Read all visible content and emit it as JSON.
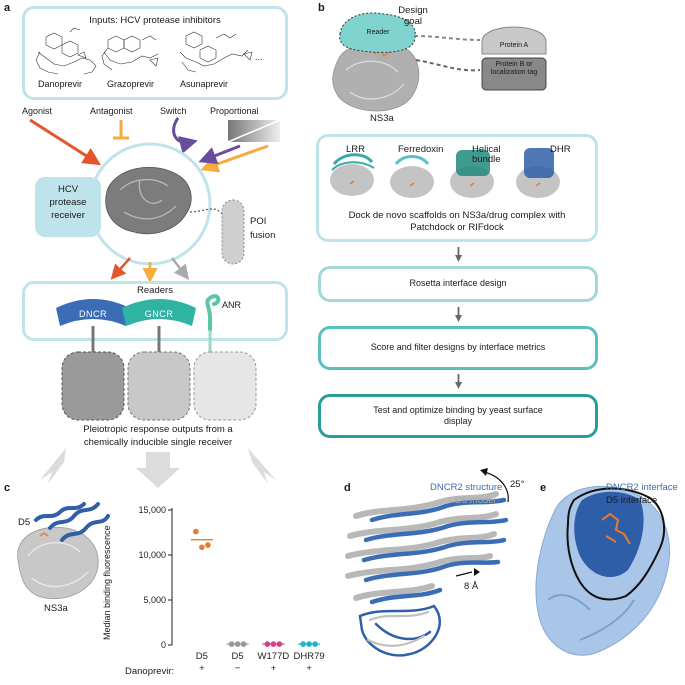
{
  "panels": {
    "a": "a",
    "b": "b",
    "c": "c",
    "d": "d",
    "e": "e"
  },
  "panel_a": {
    "inputs_title": "Inputs: HCV protease inhibitors",
    "drugs": [
      "Danoprevir",
      "Grazoprevir",
      "Asunaprevir",
      "..."
    ],
    "modes": [
      "Agonist",
      "Antagonist",
      "Switch",
      "Proportional"
    ],
    "receiver_label": "HCV protease receiver",
    "poi_label": "POI fusion",
    "readers_title": "Readers",
    "reader_names": [
      "DNCR",
      "GNCR",
      "ANR"
    ],
    "outputs_text": "Pleiotropic response outputs from a chemically inducible single receiver",
    "colors": {
      "agonist": "#e4552b",
      "antagonist": "#f4ad3c",
      "switch": "#6a4c9c",
      "proportional": "#808080",
      "dncr": "#3a6db5",
      "gncr": "#2fb3a3",
      "anr": "#5bc5a8"
    }
  },
  "panel_b": {
    "design_goal": "Design goal",
    "reader": "Reader",
    "protein_a": "Protein A",
    "protein_b": "Protein B or localization tag",
    "ns3a": "NS3a",
    "scaffolds": [
      "LRR",
      "Ferredoxin",
      "Helical bundle",
      "DHR"
    ],
    "dock_text": "Dock de novo scaffolds on NS3a/drug complex with Patchdock or RIFdock",
    "steps": [
      "Rosetta interface design",
      "Score and filter designs by interface metrics",
      "Test and optimize binding by yeast surface display"
    ]
  },
  "panel_c": {
    "d5_label": "D5",
    "ns3a_label": "NS3a",
    "danoprevir_label": "Danoprevir:",
    "chart_data": {
      "type": "scatter",
      "title": "",
      "xlabel": "",
      "ylabel": "Median binding fluorescence",
      "ylim": [
        0,
        15000
      ],
      "yticks": [
        "0",
        "5,000",
        "10,000",
        "15,000"
      ],
      "categories": [
        "D5",
        "D5",
        "W177D",
        "DHR79"
      ],
      "danoprevir": [
        "+",
        "−",
        "+",
        "+"
      ],
      "colors": [
        "#e87b2e",
        "#999999",
        "#d6408a",
        "#22b3c9"
      ],
      "points": [
        [
          12600,
          11100,
          11300
        ],
        [
          100,
          100,
          100
        ],
        [
          100,
          100,
          100
        ],
        [
          100,
          100,
          100
        ]
      ],
      "means": [
        11700,
        100,
        100,
        100
      ]
    }
  },
  "panel_d": {
    "dncr2_structure": "DNCR2 structure",
    "d5_model": "D5 model",
    "angle": "25°",
    "shift": "8 Å"
  },
  "panel_e": {
    "dncr2_interface": "DNCR2 interface",
    "d5_interface": "D5 interface"
  }
}
